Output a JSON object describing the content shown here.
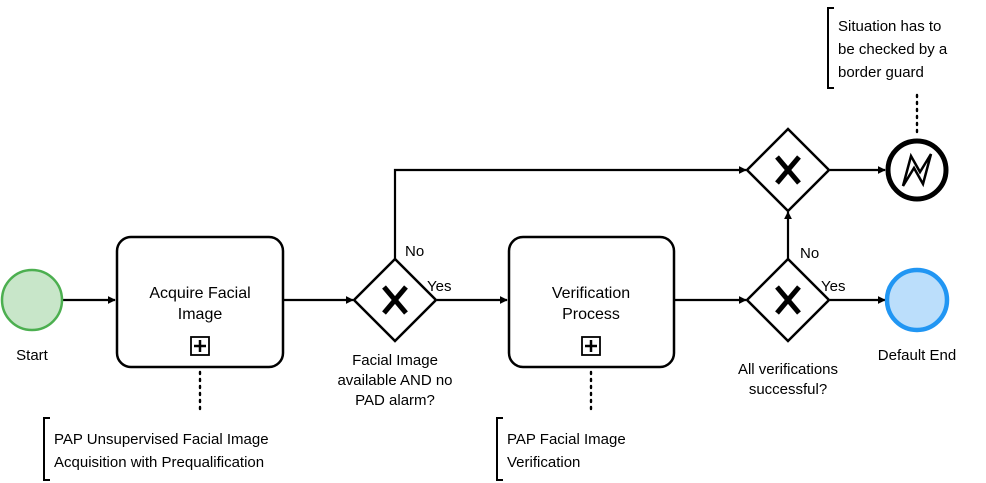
{
  "events": {
    "start": {
      "label": "Start",
      "color": "#4CAF50",
      "fill": "#C8E6C9"
    },
    "end": {
      "label": "Default End",
      "color": "#2196F3",
      "fill": "#BBDEFB"
    },
    "error_end": {
      "icon": "error-lightning-icon"
    }
  },
  "tasks": {
    "acquire": {
      "line1": "Acquire Facial",
      "line2": "Image"
    },
    "verify": {
      "line1": "Verification",
      "line2": "Process"
    }
  },
  "gateways": {
    "g1": {
      "question": [
        "Facial Image",
        "available AND no",
        "PAD alarm?"
      ],
      "yes": "Yes",
      "no": "No"
    },
    "g2": {
      "question": [
        "All verifications",
        "successful?"
      ],
      "yes": "Yes",
      "no": "No"
    }
  },
  "annotations": {
    "acquire": [
      "PAP Unsupervised Facial Image",
      "Acquisition with Prequalification"
    ],
    "verify": [
      "PAP Facial Image",
      "Verification"
    ],
    "error": [
      "Situation has to",
      "be checked by a",
      "border guard"
    ]
  }
}
